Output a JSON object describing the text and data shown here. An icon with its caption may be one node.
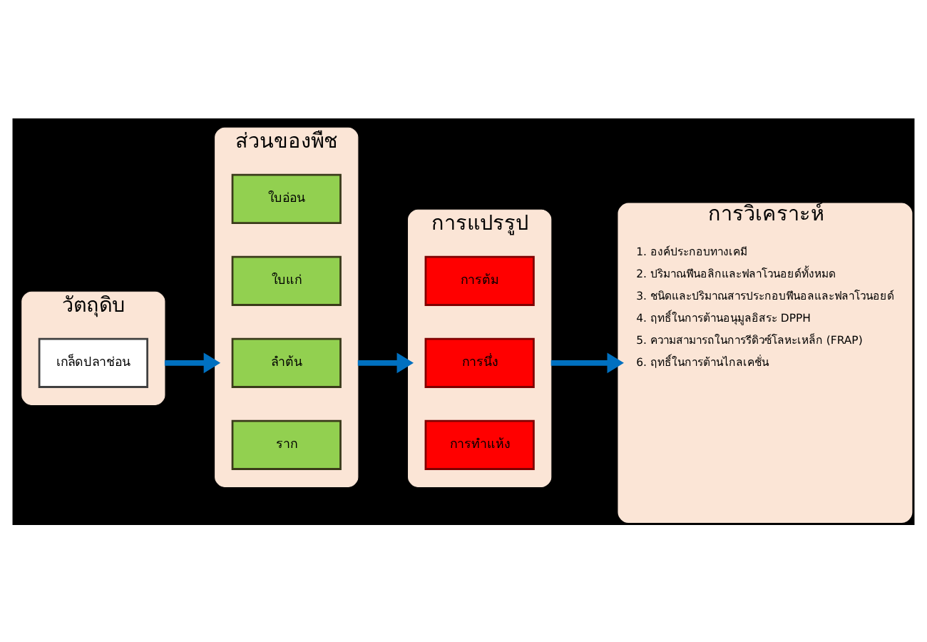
{
  "diagram": {
    "nodes": [
      {
        "text": [
          "วัตถุดิบ"
        ]
      },
      {
        "text": [
          "เกล็ดปลาช่อน"
        ],
        "in": 0
      },
      {
        "text": [
          "ส่วนของพืช"
        ]
      },
      {
        "text": [
          "ใบอ่อน"
        ],
        "in": 2
      },
      {
        "text": [
          "ใบแก่"
        ],
        "in": 2
      },
      {
        "text": [
          "ลำต้น"
        ],
        "in": 2
      },
      {
        "text": [
          "ราก"
        ],
        "in": 2
      },
      {
        "text": [
          "การแปรรูป"
        ]
      },
      {
        "text": [
          "การต้ม"
        ],
        "in": 7
      },
      {
        "text": [
          "การนึ่ง"
        ],
        "in": 7
      },
      {
        "text": [
          "การทำแห้ง"
        ],
        "in": 7
      },
      {
        "text": [
          "การวิเคราะห์",
          "1. องค์ประกอบทางเคมี",
          "2. ปริมาณฟีนอลิกและฟลาโวนอยด์ทั้งหมด",
          "3. ชนิดและปริมาณสารประกอบฟีนอลและฟลาโวนอยด์",
          "4. ฤทธิ์ในการต้านอนุมูลอิสระ DPPH",
          "5. ความสามารถในการรีดิวซ์โลหะเหล็ก (FRAP)",
          "6. ฤทธิ์ในการต้านไกลเคชั่น"
        ]
      }
    ],
    "edges": [
      {
        "from": 0,
        "to": 2,
        "arrow": "to"
      },
      {
        "from": 2,
        "to": 7,
        "arrow": "to"
      },
      {
        "from": 7,
        "to": 11,
        "arrow": "to"
      }
    ]
  }
}
